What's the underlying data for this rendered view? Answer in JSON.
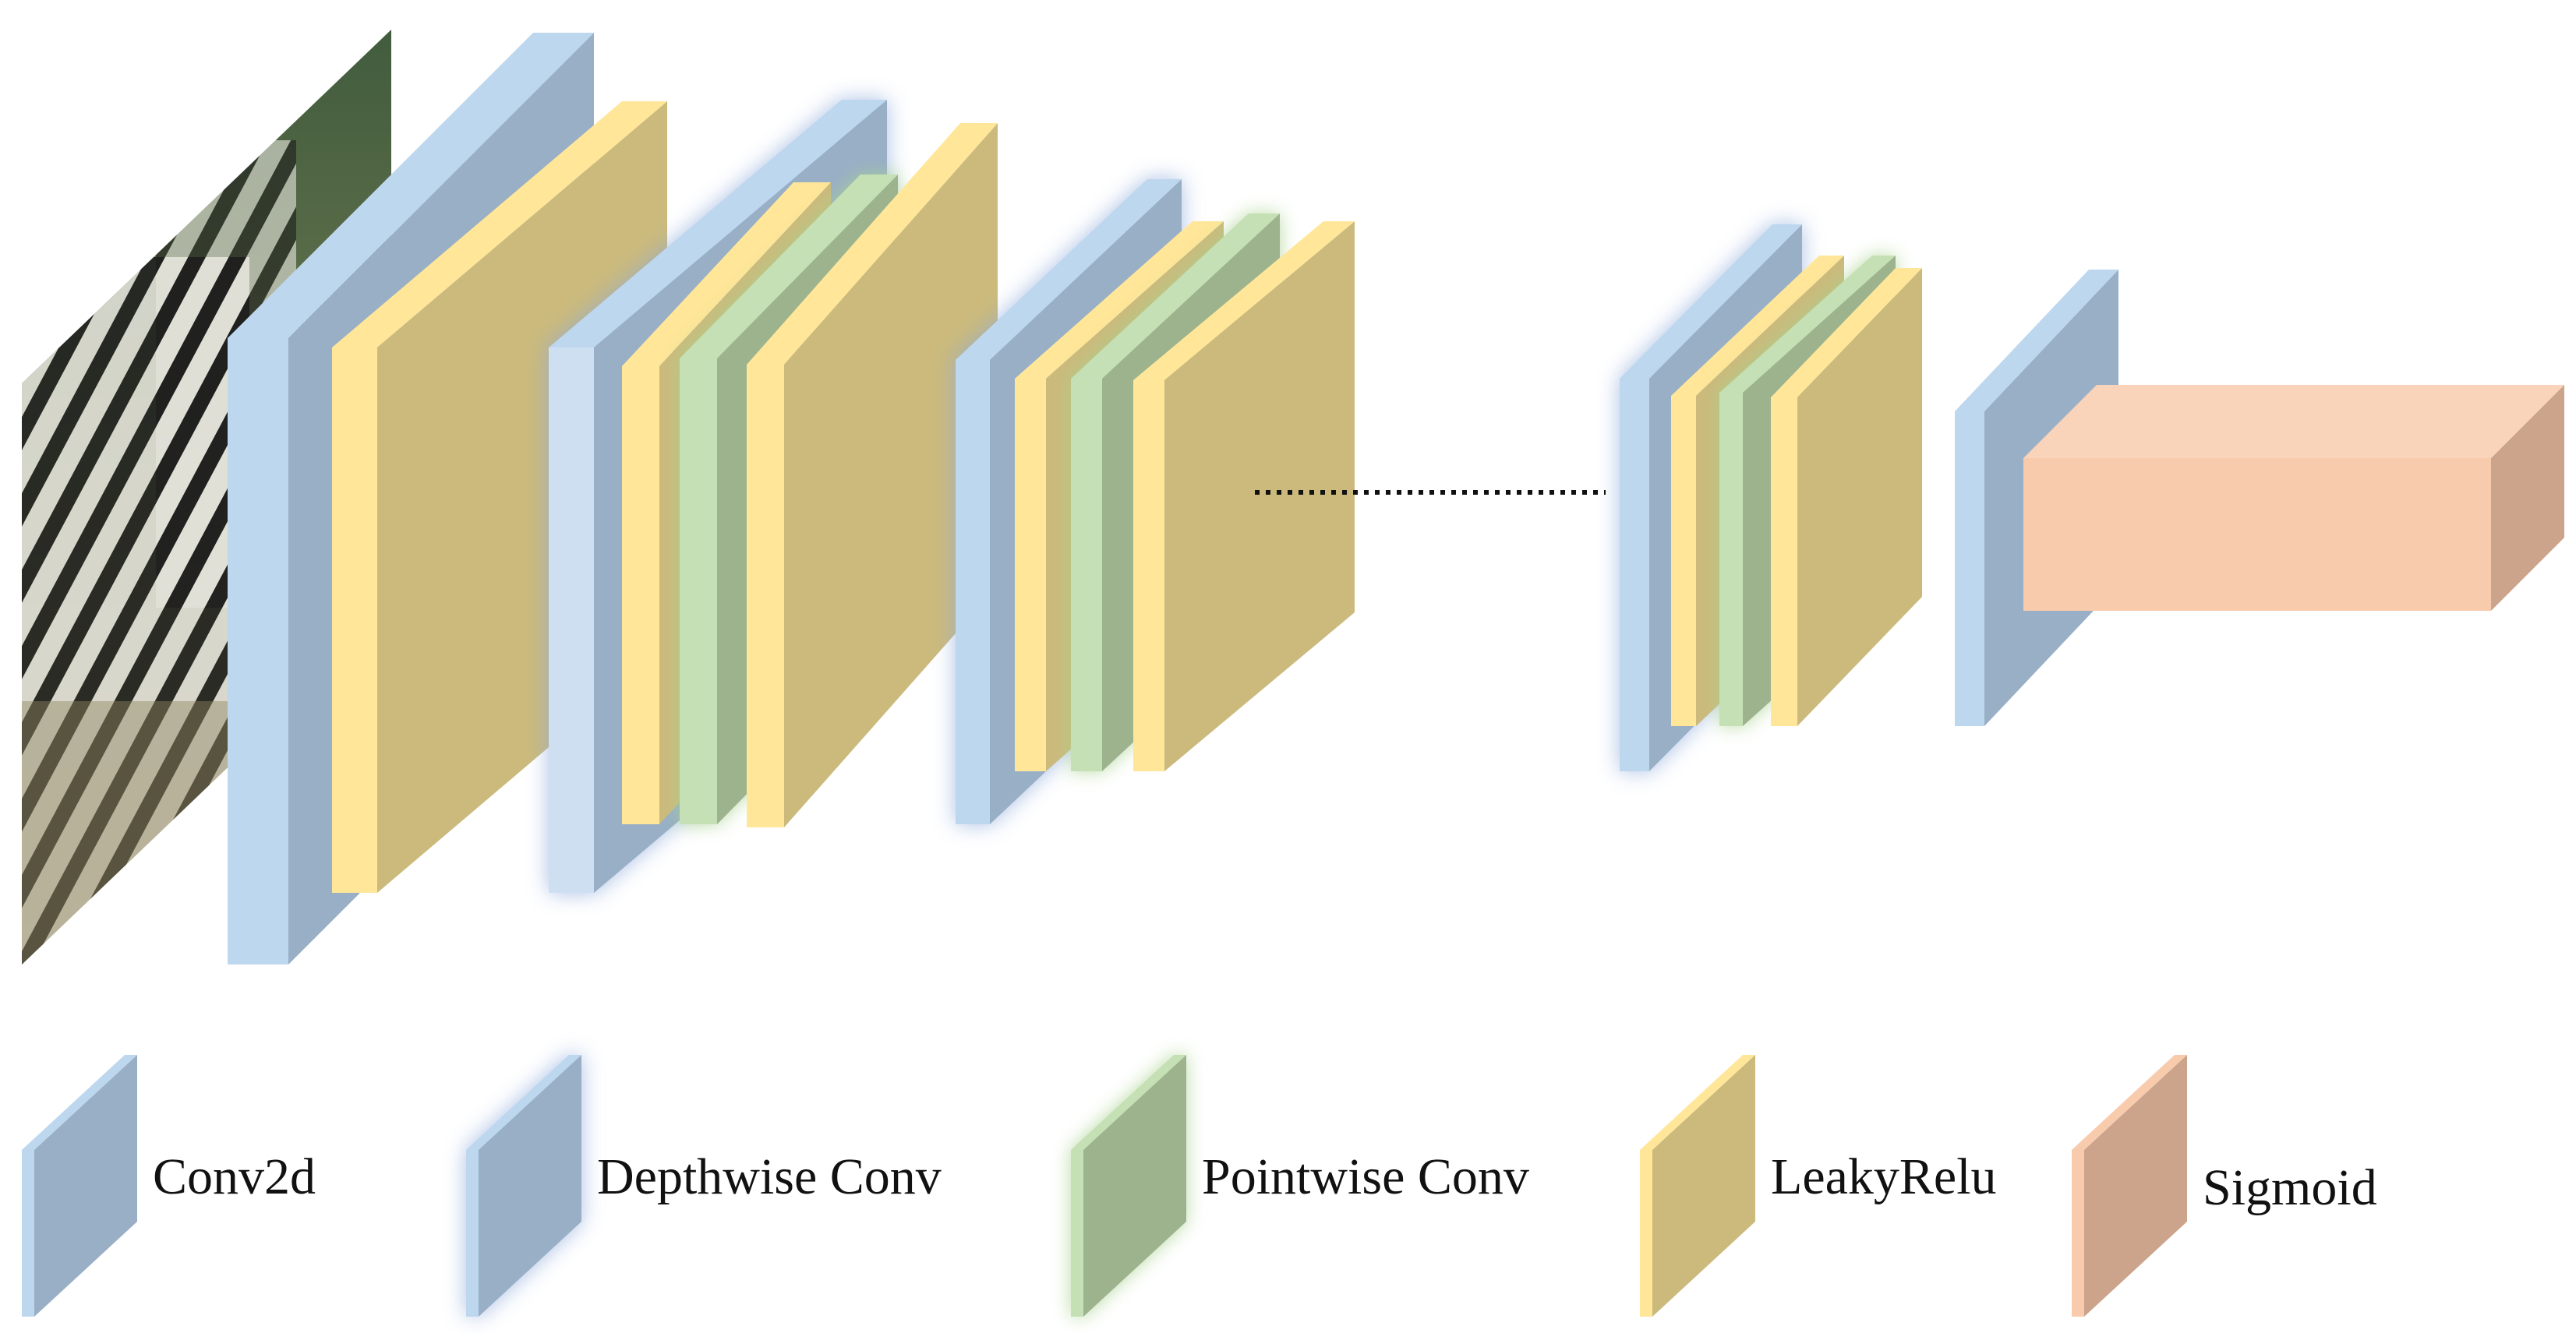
{
  "diagram": {
    "colors": {
      "conv_front": "#BDD7EE",
      "conv_side": "#98AFC6",
      "leaky_front": "#FFE699",
      "leaky_side": "#CBBA7C",
      "pointwise_front": "#C5E0B4",
      "pointwise_side": "#9DB38E",
      "sigmoid_front": "#F8CBAD",
      "sigmoid_side": "#CCA38B",
      "sigmoid_top": "#F9D3BA",
      "depthwise_glow": "#8EAADB",
      "pointwise_glow": "#A9D18E"
    },
    "connector_icon": "dotted-line"
  },
  "legend": {
    "items": [
      {
        "key": "conv2d",
        "label": "Conv2d",
        "icon": "conv2d-layer-icon"
      },
      {
        "key": "depthwise",
        "label": "Depthwise Conv",
        "icon": "depthwise-conv-layer-icon"
      },
      {
        "key": "pointwise",
        "label": "Pointwise Conv",
        "icon": "pointwise-conv-layer-icon"
      },
      {
        "key": "leaky",
        "label": "LeakyRelu",
        "icon": "leakyrelu-layer-icon"
      },
      {
        "key": "sigmoid",
        "label": "Sigmoid",
        "icon": "sigmoid-block-icon"
      }
    ]
  }
}
